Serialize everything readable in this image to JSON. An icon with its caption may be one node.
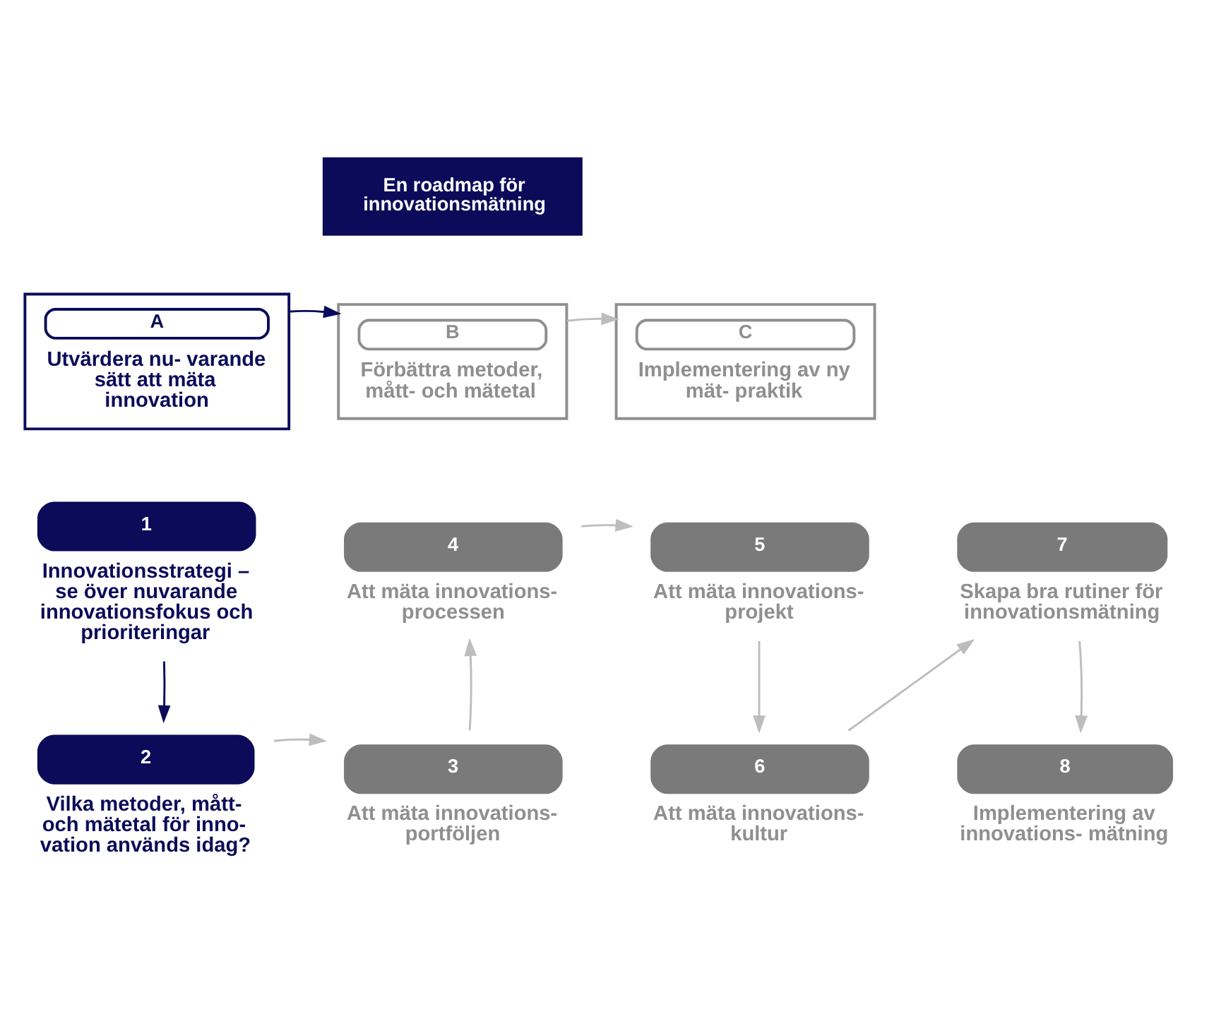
{
  "diagram": {
    "nodes": [
      {
        "text": [
          "En roadmap för innovationsmätning"
        ]
      },
      {
        "text": [
          "A",
          "Utvärdera nu- varande sätt att mäta innovation"
        ]
      },
      {
        "text": [
          "B",
          "Förbättra metoder, mått- och mätetal"
        ]
      },
      {
        "text": [
          "C",
          "Implementering av ny mät- praktik"
        ]
      },
      {
        "text": [
          "1",
          "Innovationsstrategi – se över nuvarande innovationsfokus och prioriteringar"
        ]
      },
      {
        "text": [
          "2",
          "Vilka metoder, mått- och mätetal för inno- vation används idag?"
        ]
      },
      {
        "text": [
          "3",
          "Att mäta innovations- portföljen"
        ]
      },
      {
        "text": [
          "4",
          "Att mäta innovations- processen"
        ]
      },
      {
        "text": [
          "5",
          "Att mäta innovations- projekt"
        ]
      },
      {
        "text": [
          "6",
          "Att mäta innovations- kultur"
        ]
      },
      {
        "text": [
          "7",
          "Skapa bra rutiner för innovationsmätning"
        ]
      },
      {
        "text": [
          "8",
          "Implementering av innovations- mätning"
        ]
      }
    ],
    "edges": [
      {
        "from": 1,
        "to": 2,
        "arrow": "to",
        "color": "#0b0b5a"
      },
      {
        "from": 2,
        "to": 3,
        "arrow": "to"
      },
      {
        "from": 4,
        "to": 5,
        "arrow": "to",
        "color": "#0b0b5a"
      },
      {
        "from": 5,
        "to": 6,
        "arrow": "to"
      },
      {
        "from": 6,
        "to": 7,
        "arrow": "to"
      },
      {
        "from": 7,
        "to": 8,
        "arrow": "to"
      },
      {
        "from": 8,
        "to": 9,
        "arrow": "to"
      },
      {
        "from": 9,
        "to": 10,
        "arrow": "to"
      },
      {
        "from": 10,
        "to": 11,
        "arrow": "to"
      }
    ]
  }
}
